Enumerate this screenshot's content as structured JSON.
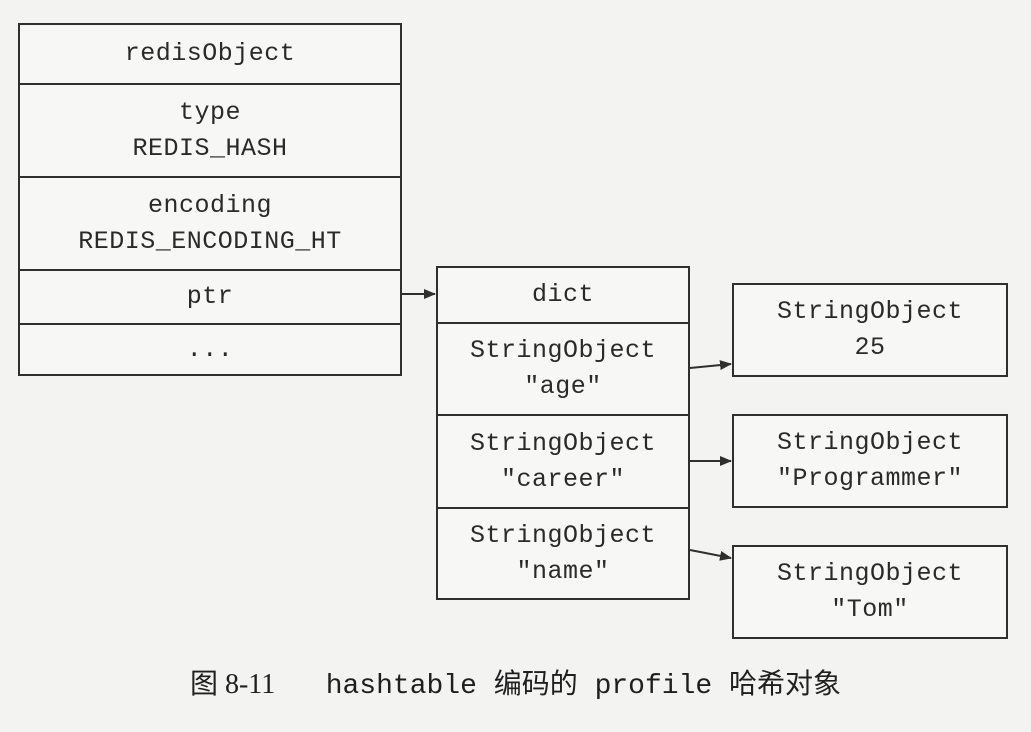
{
  "redis_object": {
    "title": "redisObject",
    "type_label": "type",
    "type_value": "REDIS_HASH",
    "encoding_label": "encoding",
    "encoding_value": "REDIS_ENCODING_HT",
    "ptr_label": "ptr",
    "more_label": "..."
  },
  "dict": {
    "title": "dict",
    "keys": [
      {
        "line1": "StringObject",
        "line2": "\"age\""
      },
      {
        "line1": "StringObject",
        "line2": "\"career\""
      },
      {
        "line1": "StringObject",
        "line2": "\"name\""
      }
    ]
  },
  "values": [
    {
      "line1": "StringObject",
      "line2": "25"
    },
    {
      "line1": "StringObject",
      "line2": "\"Programmer\""
    },
    {
      "line1": "StringObject",
      "line2": "\"Tom\""
    }
  ],
  "caption": {
    "figure": "图 8-11",
    "mono1": "hashtable",
    "cjk1": "编码的",
    "mono2": "profile",
    "cjk2": "哈希对象"
  }
}
